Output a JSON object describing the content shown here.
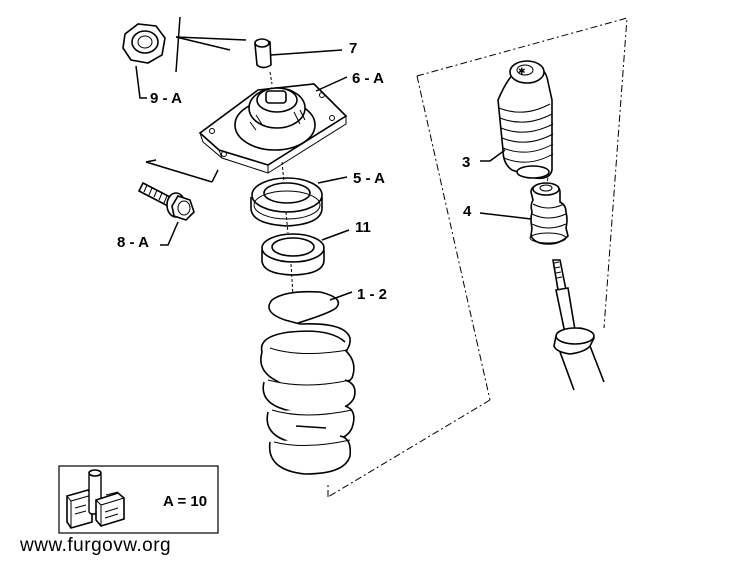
{
  "callouts": {
    "c7": "7",
    "c9a": "9 - A",
    "c6a": "6 - A",
    "c3": "3",
    "c5a": "5 - A",
    "c4": "4",
    "c11": "11",
    "c8a": "8 - A",
    "c12": "1 - 2"
  },
  "legend": {
    "text": "A = 10"
  },
  "watermark": "www.furgovw.org"
}
